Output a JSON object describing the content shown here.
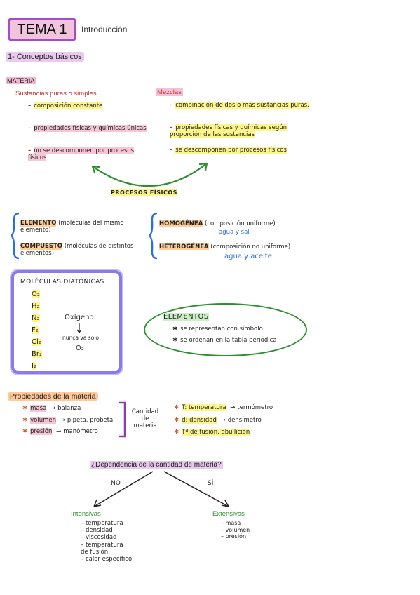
{
  "header": {
    "tema": "TEMA 1",
    "intro": "Introducción",
    "section": "1- Conceptos básicos"
  },
  "materia": {
    "title": "MATERIA",
    "puras": {
      "title": "Sustancias puras o simples",
      "items": [
        "composición constante",
        "propiedades físicas y químicas únicas",
        "no se descomponen por procesos físicos"
      ]
    },
    "mezclas": {
      "title": "Mezclas",
      "items": [
        "combinación de dos o más sustancias puras.",
        "propiedades físicas y químicas según proporción de las sustancias",
        "se descomponen por procesos físicos"
      ]
    },
    "procesos": "PROCESOS FÍSICOS"
  },
  "clasificacion": {
    "elemento_term": "ELEMENTO",
    "elemento_desc": "(moléculas del mismo elemento)",
    "compuesto_term": "COMPUESTO",
    "compuesto_desc": "(moléculas de distintos elementos)",
    "homogenea_term": "HOMOGÉNEA",
    "homogenea_desc": "(composición uniforme)",
    "homogenea_ex": "agua y sal",
    "heterogenea_term": "HETEROGÉNEA",
    "heterogenea_desc": "(composición no uniforme)",
    "heterogenea_ex": "agua y aceite"
  },
  "diatomicas": {
    "title": "MOLÉCULAS DIATÓNICAS",
    "molecules": [
      "O₂",
      "H₂",
      "N₂",
      "F₂",
      "Cl₂",
      "Br₂",
      "I₂"
    ],
    "oxigeno": "Oxígeno",
    "nunca": "nunca va solo",
    "o2": "O₂"
  },
  "elementos": {
    "title": "ELEMENTOS",
    "items": [
      "se representan con símbolo",
      "se ordenan en la tabla periódica"
    ]
  },
  "propiedades": {
    "title": "Propiedades de la materia",
    "left": [
      {
        "term": "masa",
        "tool": "balanza"
      },
      {
        "term": "volumen",
        "tool": "pipeta, probeta"
      },
      {
        "term": "presión",
        "tool": "manómetro"
      }
    ],
    "cantidad": "Cantidad de materia",
    "right": [
      {
        "term": "T: temperatura",
        "tool": "termómetro"
      },
      {
        "term": "d: densidad",
        "tool": "densímetro"
      },
      {
        "term": "Tª de fusión, ebullición",
        "tool": ""
      }
    ]
  },
  "dependencia": {
    "question": "¿Dependencia de la cantidad de materia?",
    "no": "NO",
    "si": "SÍ",
    "intensivas_title": "Intensivas",
    "intensivas": [
      "temperatura",
      "densidad",
      "viscosidad",
      "temperatura de fusión",
      "calor específico"
    ],
    "extensivas_title": "Extensivas",
    "extensivas": [
      "masa",
      "volumen",
      "presión"
    ]
  }
}
